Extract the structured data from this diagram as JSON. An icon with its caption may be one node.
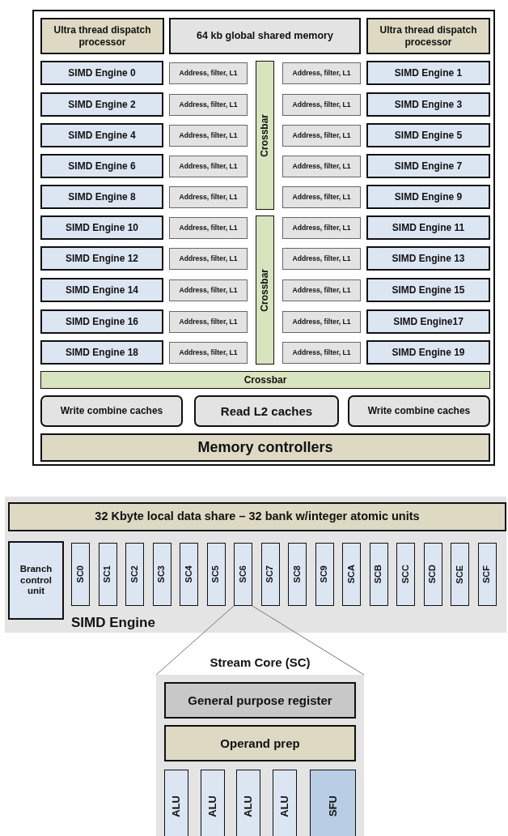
{
  "diagram": {
    "nodes": [
      {
        "text": [],
        "shape": "box"
      },
      {
        "text": [
          "Ultra thread dispatch processor"
        ],
        "in": 0
      },
      {
        "text": [
          "64 kb global shared memory"
        ],
        "in": 0
      },
      {
        "text": [
          "Ultra thread dispatch processor"
        ],
        "in": 0
      },
      {
        "text": [
          "SIMD Engine 0"
        ],
        "in": 0
      },
      {
        "text": [
          "Address, filter, L1"
        ],
        "in": 0
      },
      {
        "text": [
          "Crossbar"
        ],
        "in": 0
      },
      {
        "text": [
          "Address, filter, L1"
        ],
        "in": 0
      },
      {
        "text": [
          "SIMD Engine 1"
        ],
        "in": 0
      },
      {
        "text": [
          "SIMD Engine 2"
        ],
        "in": 0
      },
      {
        "text": [
          "Address, filter, L1"
        ],
        "in": 0
      },
      {
        "text": [
          "Address, filter, L1"
        ],
        "in": 0
      },
      {
        "text": [
          "SIMD Engine 3"
        ],
        "in": 0
      },
      {
        "text": [
          "SIMD Engine 4"
        ],
        "in": 0
      },
      {
        "text": [
          "Address, filter, L1"
        ],
        "in": 0
      },
      {
        "text": [
          "Address, filter, L1"
        ],
        "in": 0
      },
      {
        "text": [
          "SIMD Engine 5"
        ],
        "in": 0
      },
      {
        "text": [
          "SIMD Engine 6"
        ],
        "in": 0
      },
      {
        "text": [
          "Address, filter, L1"
        ],
        "in": 0
      },
      {
        "text": [
          "Address, filter, L1"
        ],
        "in": 0
      },
      {
        "text": [
          "SIMD Engine 7"
        ],
        "in": 0
      },
      {
        "text": [
          "SIMD Engine 8"
        ],
        "in": 0
      },
      {
        "text": [
          "Address, filter, L1"
        ],
        "in": 0
      },
      {
        "text": [
          "Address, filter, L1"
        ],
        "in": 0
      },
      {
        "text": [
          "SIMD Engine 9"
        ],
        "in": 0
      },
      {
        "text": [
          "SIMD Engine 10"
        ],
        "in": 0
      },
      {
        "text": [
          "Address, filter, L1"
        ],
        "in": 0
      },
      {
        "text": [
          "Crossbar"
        ],
        "in": 0
      },
      {
        "text": [
          "Address, filter, L1"
        ],
        "in": 0
      },
      {
        "text": [
          "SIMD Engine 11"
        ],
        "in": 0
      },
      {
        "text": [
          "SIMD Engine 12"
        ],
        "in": 0
      },
      {
        "text": [
          "Address, filter, L1"
        ],
        "in": 0
      },
      {
        "text": [
          "Address, filter, L1"
        ],
        "in": 0
      },
      {
        "text": [
          "SIMD Engine 13"
        ],
        "in": 0
      },
      {
        "text": [
          "SIMD Engine 14"
        ],
        "in": 0
      },
      {
        "text": [
          "Address, filter, L1"
        ],
        "in": 0
      },
      {
        "text": [
          "Address, filter, L1"
        ],
        "in": 0
      },
      {
        "text": [
          "SIMD Engine 15"
        ],
        "in": 0
      },
      {
        "text": [
          "SIMD Engine 16"
        ],
        "in": 0
      },
      {
        "text": [
          "Address, filter, L1"
        ],
        "in": 0
      },
      {
        "text": [
          "Address, filter, L1"
        ],
        "in": 0
      },
      {
        "text": [
          "SIMD Engine17"
        ],
        "in": 0
      },
      {
        "text": [
          "SIMD Engine 18"
        ],
        "in": 0
      },
      {
        "text": [
          "Address, filter, L1"
        ],
        "in": 0
      },
      {
        "text": [
          "Address, filter, L1"
        ],
        "in": 0
      },
      {
        "text": [
          "SIMD Engine 19"
        ],
        "in": 0
      },
      {
        "text": [
          "Crossbar"
        ],
        "in": 0
      },
      {
        "text": [
          "Write combine caches"
        ],
        "in": 0
      },
      {
        "text": [
          "Read L2 caches"
        ],
        "in": 0
      },
      {
        "text": [
          "Write combine caches"
        ],
        "in": 0
      },
      {
        "text": [
          "Memory controllers"
        ],
        "in": 0
      },
      {
        "text": [
          "SIMD Engine"
        ]
      },
      {
        "text": [
          "32 Kbyte local data share – 32 bank w/integer atomic units"
        ],
        "in": 51
      },
      {
        "text": [
          "Branch control unit"
        ],
        "in": 51
      },
      {
        "text": [
          "SC0"
        ],
        "in": 51
      },
      {
        "text": [
          "SC1"
        ],
        "in": 51
      },
      {
        "text": [
          "SC2"
        ],
        "in": 51
      },
      {
        "text": [
          "SC3"
        ],
        "in": 51
      },
      {
        "text": [
          "SC4"
        ],
        "in": 51
      },
      {
        "text": [
          "SC5"
        ],
        "in": 51
      },
      {
        "text": [
          "SC6"
        ],
        "in": 51
      },
      {
        "text": [
          "SC7"
        ],
        "in": 51
      },
      {
        "text": [
          "SC8"
        ],
        "in": 51
      },
      {
        "text": [
          "SC9"
        ],
        "in": 51
      },
      {
        "text": [
          "SCA"
        ],
        "in": 51
      },
      {
        "text": [
          "SCB"
        ],
        "in": 51
      },
      {
        "text": [
          "SCC"
        ],
        "in": 51
      },
      {
        "text": [
          "SCD"
        ],
        "in": 51
      },
      {
        "text": [
          "SCE"
        ],
        "in": 51
      },
      {
        "text": [
          "SCF"
        ],
        "in": 51
      },
      {
        "text": [
          "Stream Core (SC)"
        ]
      },
      {
        "text": [
          "General purpose register"
        ],
        "in": 70
      },
      {
        "text": [
          "Operand prep"
        ],
        "in": 70
      },
      {
        "text": [
          "ALU"
        ],
        "in": 70
      },
      {
        "text": [
          "ALU"
        ],
        "in": 70
      },
      {
        "text": [
          "ALU"
        ],
        "in": 70
      },
      {
        "text": [
          "ALU"
        ],
        "in": 70
      },
      {
        "text": [
          "SFU"
        ],
        "in": 70
      }
    ],
    "edges": [
      {
        "from": 60,
        "to": 70,
        "arrow": "none"
      },
      {
        "from": 60,
        "to": 70,
        "arrow": "none"
      }
    ]
  }
}
